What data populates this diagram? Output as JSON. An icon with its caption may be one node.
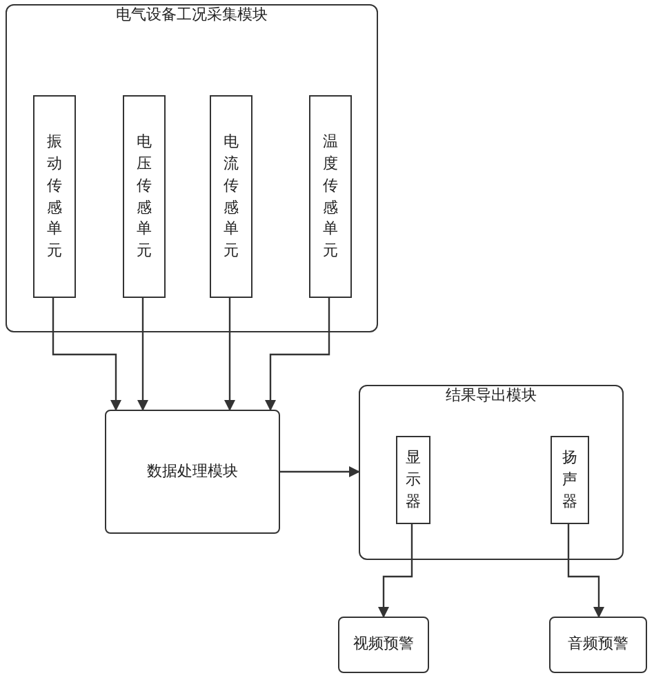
{
  "diagram": {
    "nodes": [
      {
        "text": [
          "电气设备工况采集模块"
        ]
      },
      {
        "text": [
          "振动传感单元"
        ],
        "in": 0
      },
      {
        "text": [
          "电压传感单元"
        ],
        "in": 0
      },
      {
        "text": [
          "电流传感单元"
        ],
        "in": 0
      },
      {
        "text": [
          "温度传感单元"
        ],
        "in": 0
      },
      {
        "text": [
          "数据处理模块"
        ]
      },
      {
        "text": [
          "结果导出模块"
        ]
      },
      {
        "text": [
          "显示器"
        ],
        "in": 6
      },
      {
        "text": [
          "扬声器"
        ],
        "in": 6
      },
      {
        "text": [
          "视频预警"
        ]
      },
      {
        "text": [
          "音频预警"
        ]
      }
    ],
    "edges": [
      {
        "from": 1,
        "to": 5,
        "arrow": "to"
      },
      {
        "from": 2,
        "to": 5,
        "arrow": "to"
      },
      {
        "from": 3,
        "to": 5,
        "arrow": "to"
      },
      {
        "from": 4,
        "to": 5,
        "arrow": "to"
      },
      {
        "from": 5,
        "to": 6,
        "arrow": "to"
      },
      {
        "from": 7,
        "to": 9,
        "arrow": "to"
      },
      {
        "from": 8,
        "to": 10,
        "arrow": "to"
      }
    ]
  }
}
